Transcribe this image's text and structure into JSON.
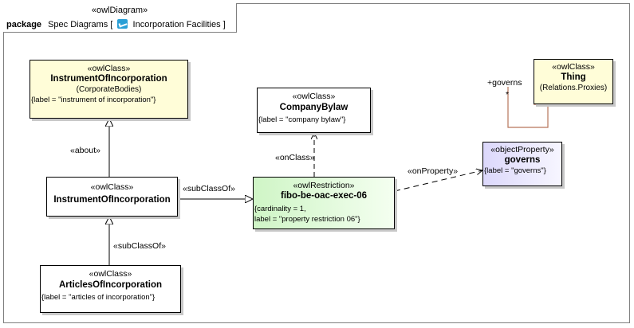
{
  "frame": {
    "stereotype": "«owlDiagram»",
    "keyword": "package",
    "title_prefix": "Spec Diagrams [",
    "title_name": "Incorporation Facilities",
    "title_suffix": "]",
    "icon": "package-icon"
  },
  "nodes": {
    "instrument_top": {
      "stereotype": "«owlClass»",
      "name": "InstrumentOfIncorporation",
      "sub": "(CorporateBodies)",
      "tag": "{label = \"instrument of incorporation\"}"
    },
    "instrument_mid": {
      "stereotype": "«owlClass»",
      "name": "InstrumentOfIncorporation"
    },
    "articles": {
      "stereotype": "«owlClass»",
      "name": "ArticlesOfIncorporation",
      "tag": "{label = \"articles of incorporation\"}"
    },
    "bylaw": {
      "stereotype": "«owlClass»",
      "name": "CompanyBylaw",
      "tag": "{label = \"company bylaw\"}"
    },
    "restriction": {
      "stereotype": "«owlRestriction»",
      "name": "fibo-be-oac-exec-06",
      "tag1": "{cardinality = 1,",
      "tag2": "label = \"property restriction 06\"}"
    },
    "thing": {
      "stereotype": "«owlClass»",
      "name": "Thing",
      "sub": "(Relations.Proxies)"
    },
    "governs": {
      "stereotype": "«objectProperty»",
      "name": "governs",
      "tag": "{label = \"governs\"}"
    }
  },
  "edges": {
    "about": "«about»",
    "subclass_articles": "«subClassOf»",
    "subclass_restriction": "«subClassOf»",
    "onclass": "«onClass»",
    "onproperty": "«onProperty»",
    "governs_role": "+governs",
    "multiplicity": "*"
  }
}
